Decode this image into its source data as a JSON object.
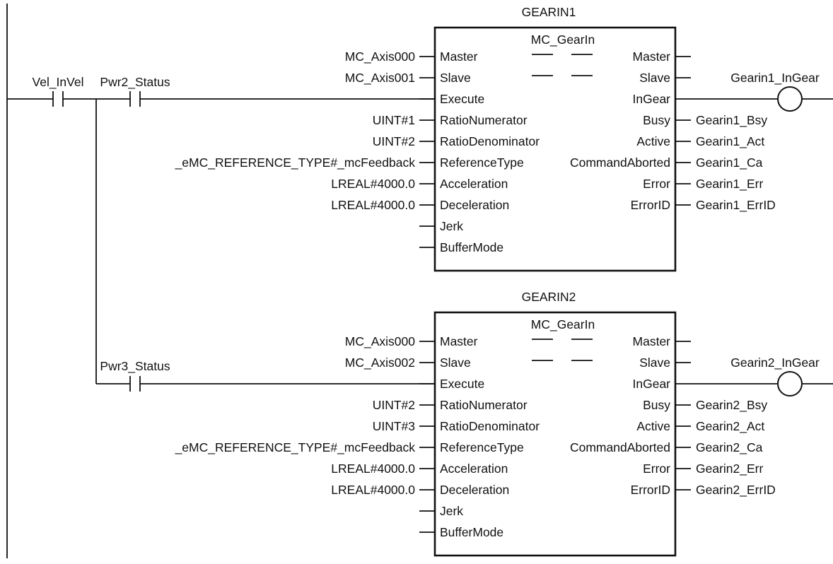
{
  "rung1": {
    "contacts": [
      "Vel_InVel",
      "Pwr2_Status"
    ],
    "block": {
      "instance": "GEARIN1",
      "type": "MC_GearIn",
      "input_args": [
        "MC_Axis000",
        "MC_Axis001",
        "",
        "UINT#1",
        "UINT#2",
        "_eMC_REFERENCE_TYPE#_mcFeedback",
        "LREAL#4000.0",
        "LREAL#4000.0",
        "",
        ""
      ],
      "output_args": [
        "",
        "",
        "Gearin1_InGear",
        "Gearin1_Bsy",
        "Gearin1_Act",
        "Gearin1_Ca",
        "Gearin1_Err",
        "Gearin1_ErrID"
      ]
    }
  },
  "rung2": {
    "contacts": [
      "Pwr3_Status"
    ],
    "block": {
      "instance": "GEARIN2",
      "type": "MC_GearIn",
      "input_args": [
        "MC_Axis000",
        "MC_Axis002",
        "",
        "UINT#2",
        "UINT#3",
        "_eMC_REFERENCE_TYPE#_mcFeedback",
        "LREAL#4000.0",
        "LREAL#4000.0",
        "",
        ""
      ],
      "output_args": [
        "",
        "",
        "Gearin2_InGear",
        "Gearin2_Bsy",
        "Gearin2_Act",
        "Gearin2_Ca",
        "Gearin2_Err",
        "Gearin2_ErrID"
      ]
    }
  },
  "block_pins": {
    "inputs": [
      "Master",
      "Slave",
      "Execute",
      "RatioNumerator",
      "RatioDenominator",
      "ReferenceType",
      "Acceleration",
      "Deceleration",
      "Jerk",
      "BufferMode"
    ],
    "outputs": [
      "Master",
      "Slave",
      "InGear",
      "Busy",
      "Active",
      "CommandAborted",
      "Error",
      "ErrorID"
    ]
  }
}
